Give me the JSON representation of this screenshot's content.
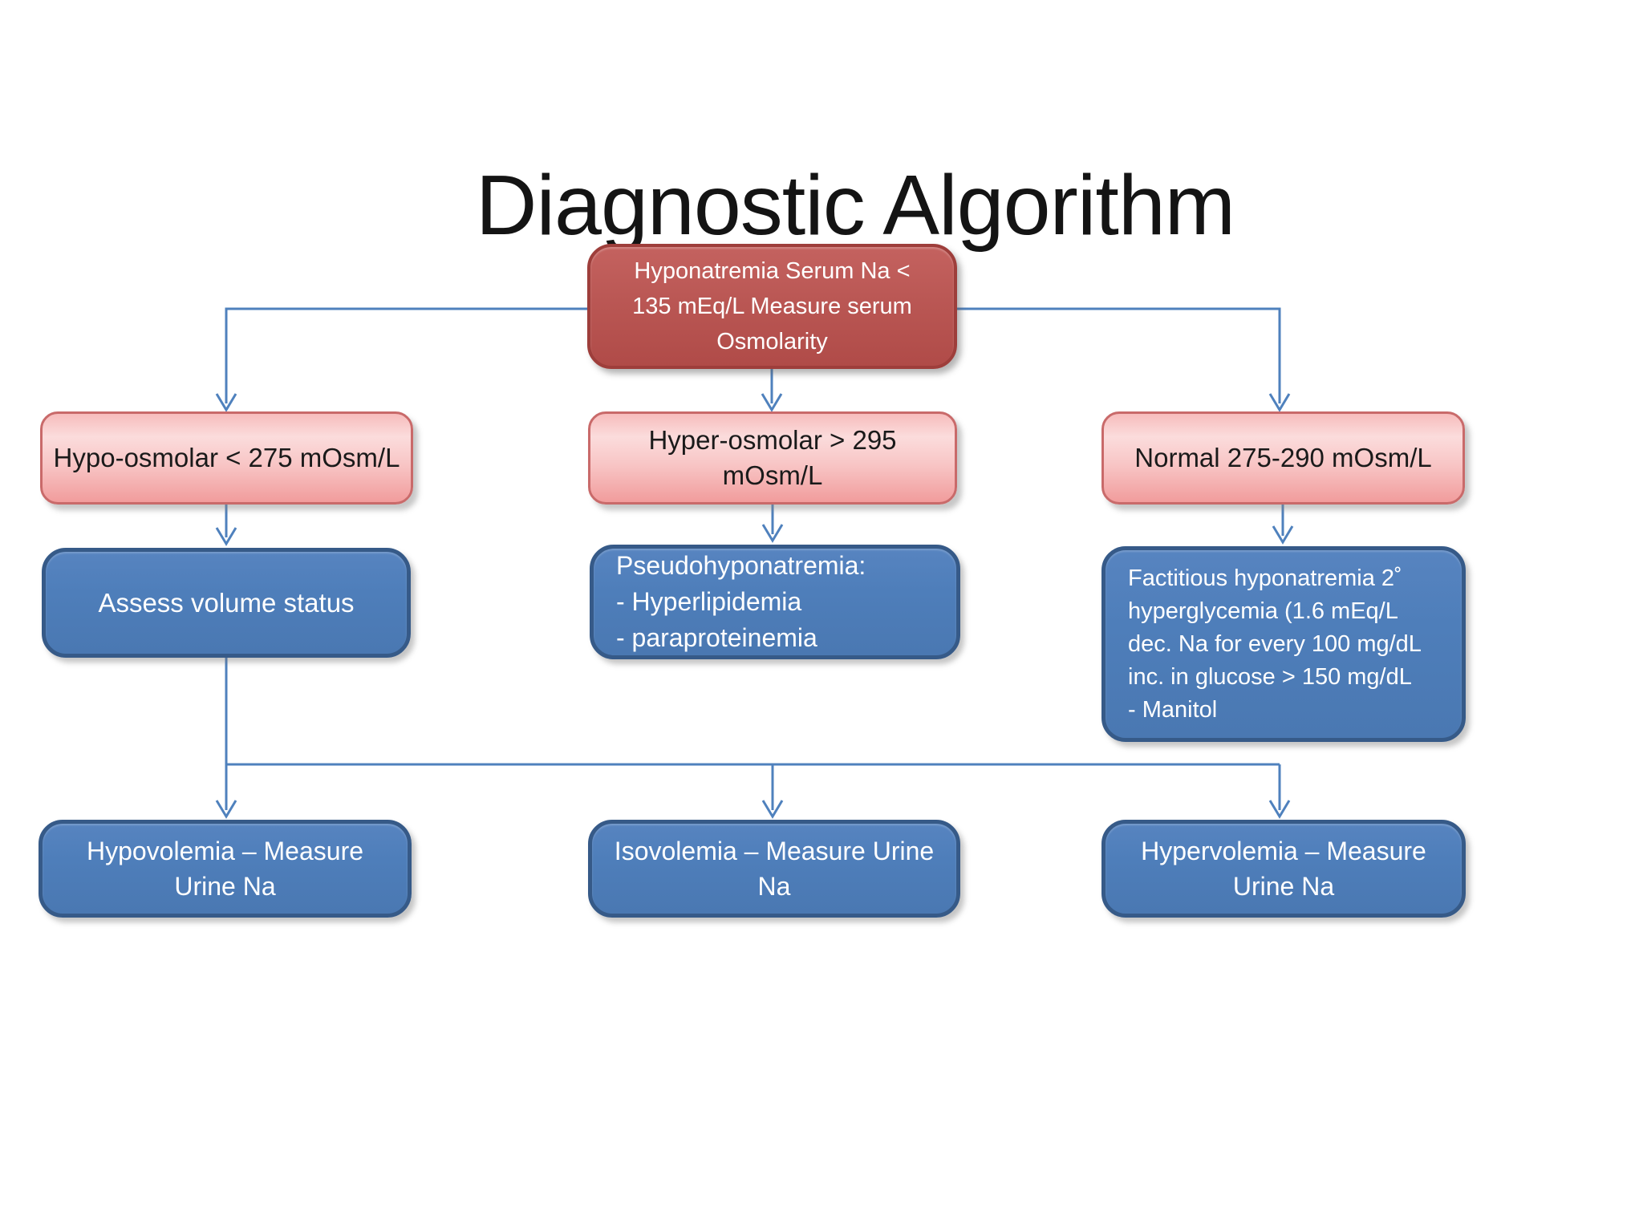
{
  "title": "Diagnostic Algorithm",
  "colors": {
    "line_color": "#4F81BD",
    "red_fill": "#B85350",
    "red_border": "#9E3E3B",
    "pink_fill_top": "#FBDCDC",
    "pink_fill_bottom": "#F19C9C",
    "pink_border": "#C96A6A",
    "blue_fill": "#4E7EBA",
    "blue_border": "#365A88",
    "text_on_dark": "#FFFFFF",
    "text_on_pink": "#1A1A1A"
  },
  "nodes": {
    "root": {
      "text": "Hyponatremia Serum Na <\n135 mEq/L Measure serum\nOsmolarity"
    },
    "hypo": {
      "text": "Hypo-osmolar < 275 mOsm/L"
    },
    "hyper": {
      "text": "Hyper-osmolar > 295\nmOsm/L"
    },
    "normal": {
      "text": "Normal 275-290 mOsm/L"
    },
    "assess": {
      "text": "Assess volume status"
    },
    "pseudo": {
      "text": "Pseudohyponatremia:\n- Hyperlipidemia\n- paraproteinemia"
    },
    "factitious": {
      "text": "Factitious hyponatremia 2˚\nhyperglycemia (1.6 mEq/L\ndec. Na for every 100 mg/dL\ninc. in glucose > 150 mg/dL\n- Manitol"
    },
    "hypovolemia": {
      "text": "Hypovolemia – Measure\nUrine Na"
    },
    "isovolemia": {
      "text": "Isovolemia – Measure Urine\nNa"
    },
    "hypervolemia": {
      "text": "Hypervolemia – Measure\nUrine Na"
    }
  }
}
